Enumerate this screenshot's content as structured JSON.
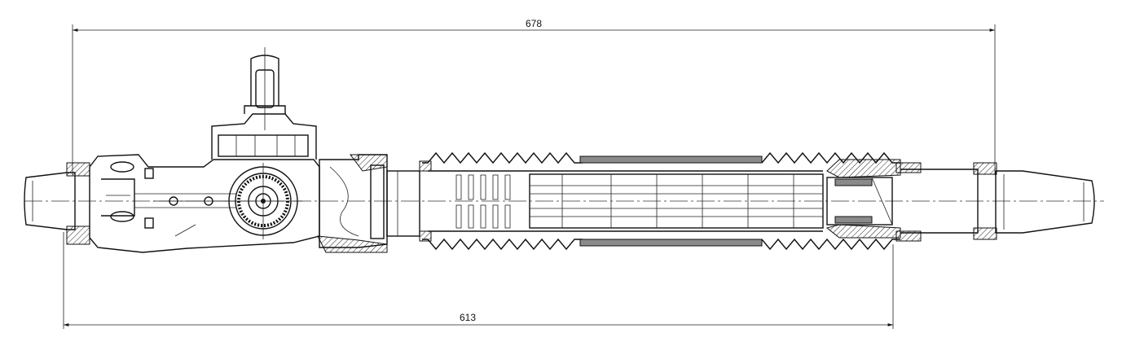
{
  "drawing": {
    "dimensions": [
      {
        "id": "overall-length",
        "value": "678"
      },
      {
        "id": "housing-length",
        "value": "613"
      }
    ]
  }
}
